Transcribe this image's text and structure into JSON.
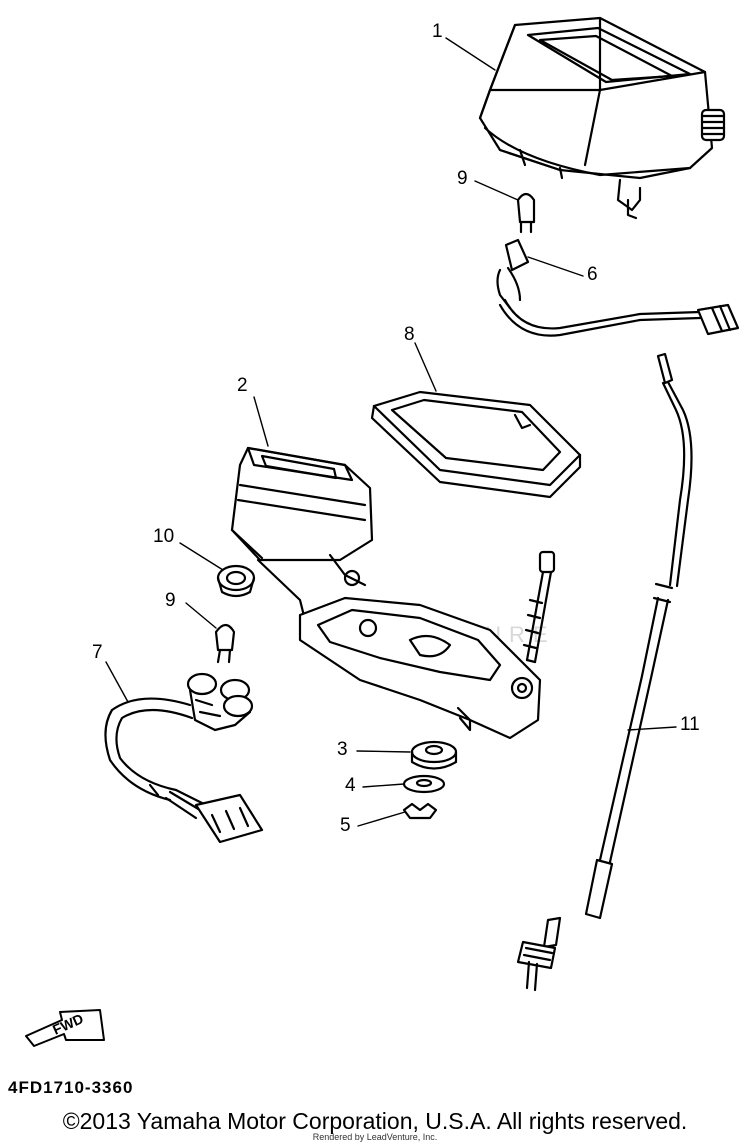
{
  "callouts": [
    {
      "id": "1",
      "text": "1"
    },
    {
      "id": "2",
      "text": "2"
    },
    {
      "id": "3",
      "text": "3"
    },
    {
      "id": "4",
      "text": "4"
    },
    {
      "id": "5",
      "text": "5"
    },
    {
      "id": "6",
      "text": "6"
    },
    {
      "id": "7",
      "text": "7"
    },
    {
      "id": "8",
      "text": "8"
    },
    {
      "id": "9a",
      "text": "9"
    },
    {
      "id": "9b",
      "text": "9"
    },
    {
      "id": "10",
      "text": "10"
    },
    {
      "id": "11",
      "text": "11"
    }
  ],
  "fwd_label": "FWD",
  "diagram_code": "4FD1710-3360",
  "copyright": "©2013 Yamaha Motor Corporation, U.S.A. All rights reserved.",
  "rendered_by": "Rendered by LeadVenture, Inc.",
  "watermark_text": "LEADVENTURE",
  "colors": {
    "line": "#000000",
    "background": "#ffffff",
    "watermark": "#d8d8d8"
  }
}
